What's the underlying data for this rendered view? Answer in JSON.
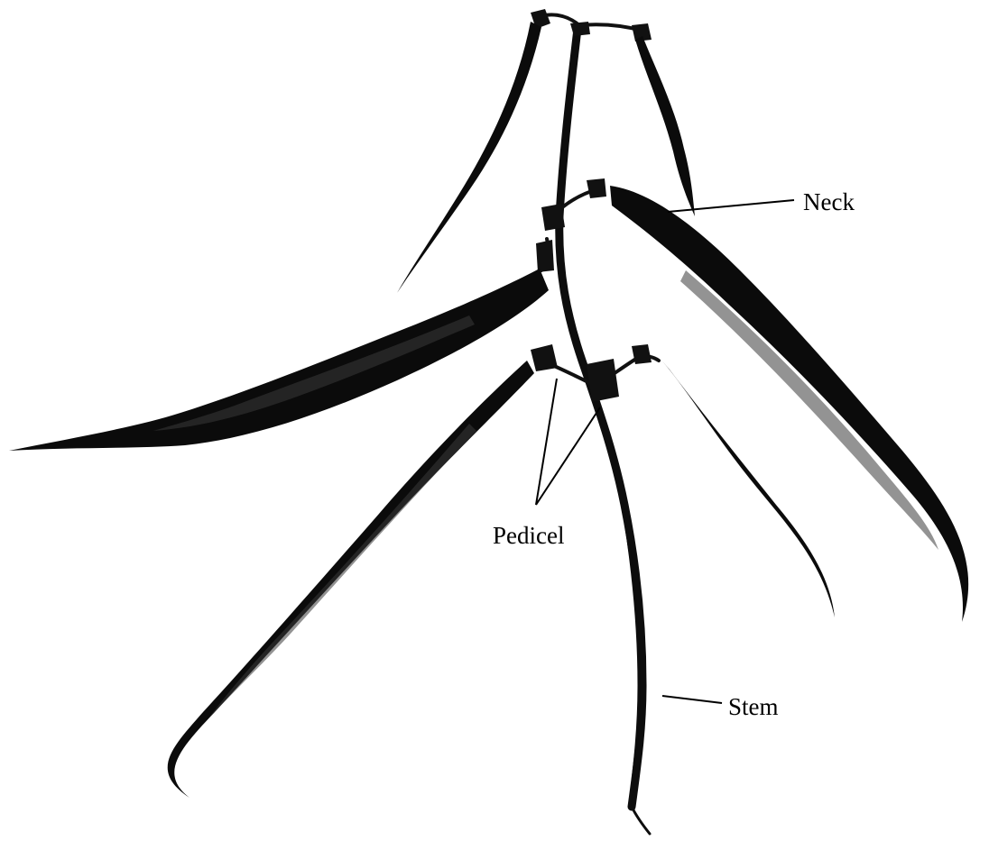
{
  "labels": {
    "neck": "Neck",
    "pedicel": "Pedicel",
    "stem": "Stem"
  }
}
